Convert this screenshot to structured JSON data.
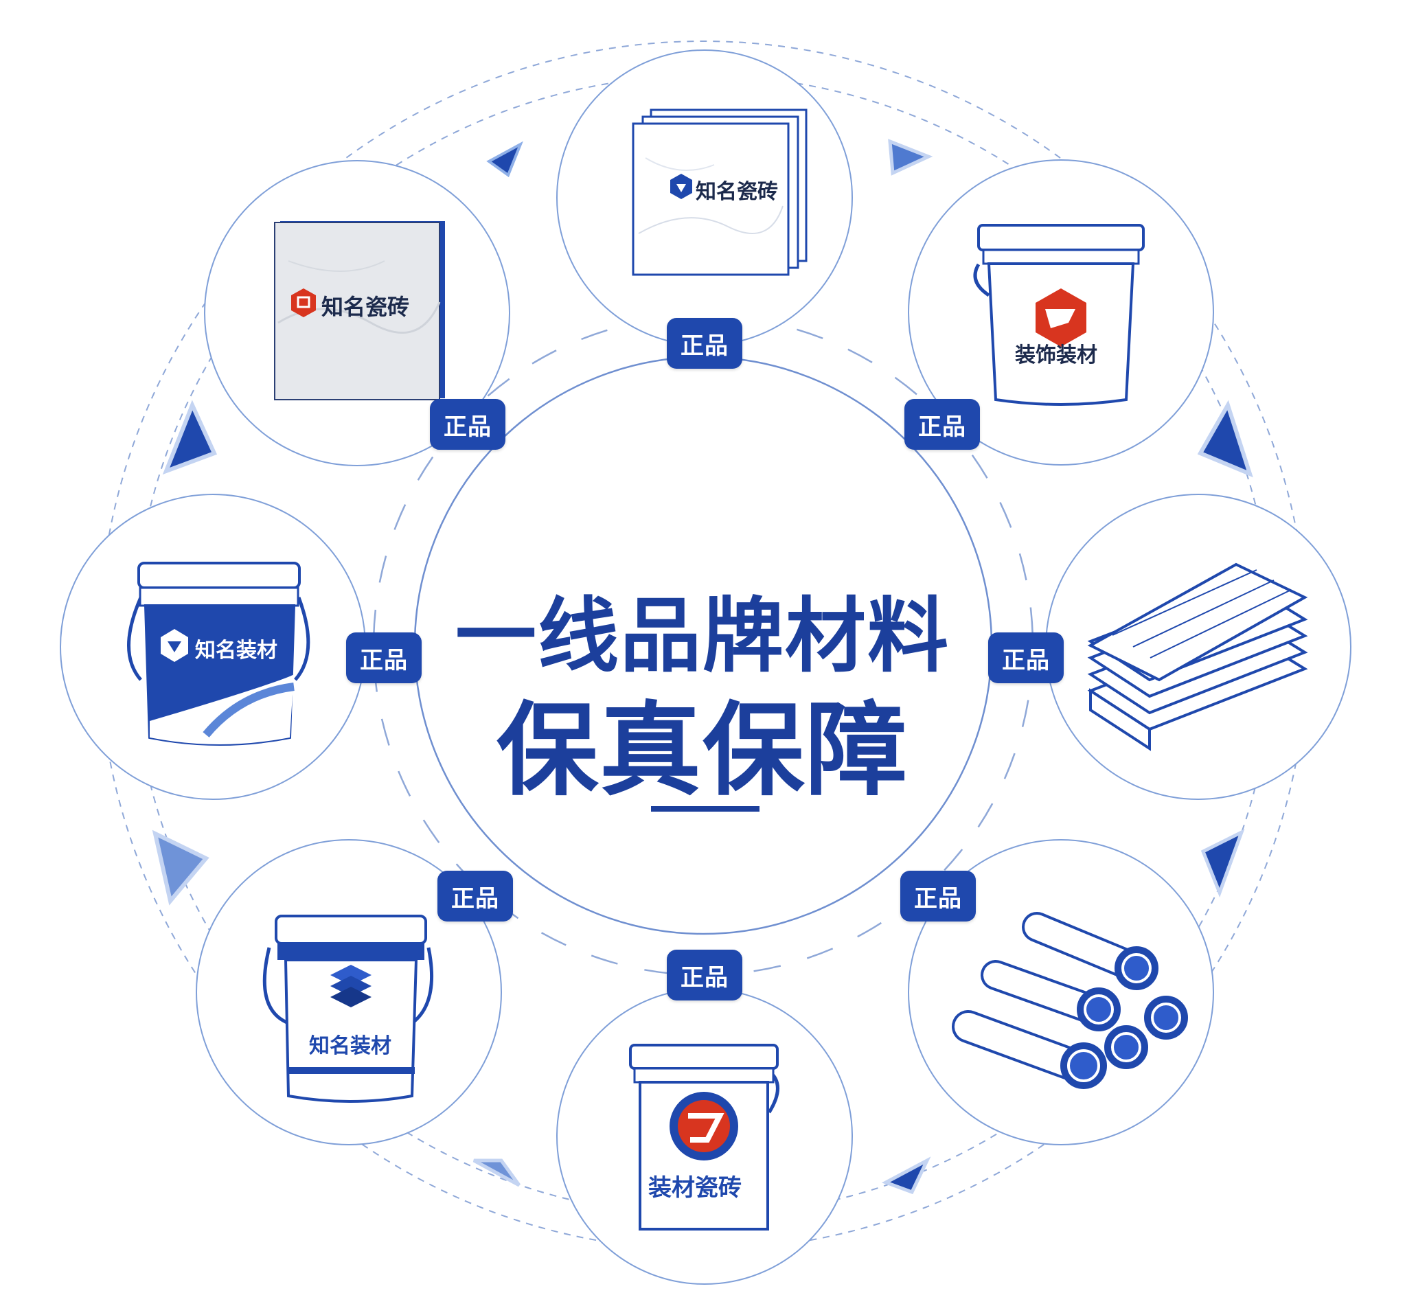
{
  "headline": {
    "line1": "一线品牌材料",
    "line2": "保真保障"
  },
  "badge_label": "正品",
  "products": [
    {
      "position": "top",
      "type": "tile-stack",
      "brand": "知名瓷砖",
      "logo_color": "#1f48ad"
    },
    {
      "position": "top-right",
      "type": "paint-bucket",
      "brand": "装饰装材",
      "logo_color": "#d8351f"
    },
    {
      "position": "right",
      "type": "wood-panels",
      "brand": ""
    },
    {
      "position": "bottom-right",
      "type": "pipes",
      "brand": ""
    },
    {
      "position": "bottom",
      "type": "paint-bucket",
      "brand": "装材瓷砖",
      "logo_color": "#d8351f"
    },
    {
      "position": "bottom-left",
      "type": "paint-bucket",
      "brand": "知名装材",
      "logo_color": "#1f48ad"
    },
    {
      "position": "left",
      "type": "paint-bucket",
      "brand": "知名装材",
      "logo_color": "#1f48ad"
    },
    {
      "position": "top-left",
      "type": "marble-tile",
      "brand": "知名瓷砖",
      "logo_color": "#d8351f"
    }
  ],
  "colors": {
    "primary": "#1f48ad",
    "title": "#1c3f9c",
    "accent_red": "#d8351f",
    "line": "#8fa8d8"
  }
}
